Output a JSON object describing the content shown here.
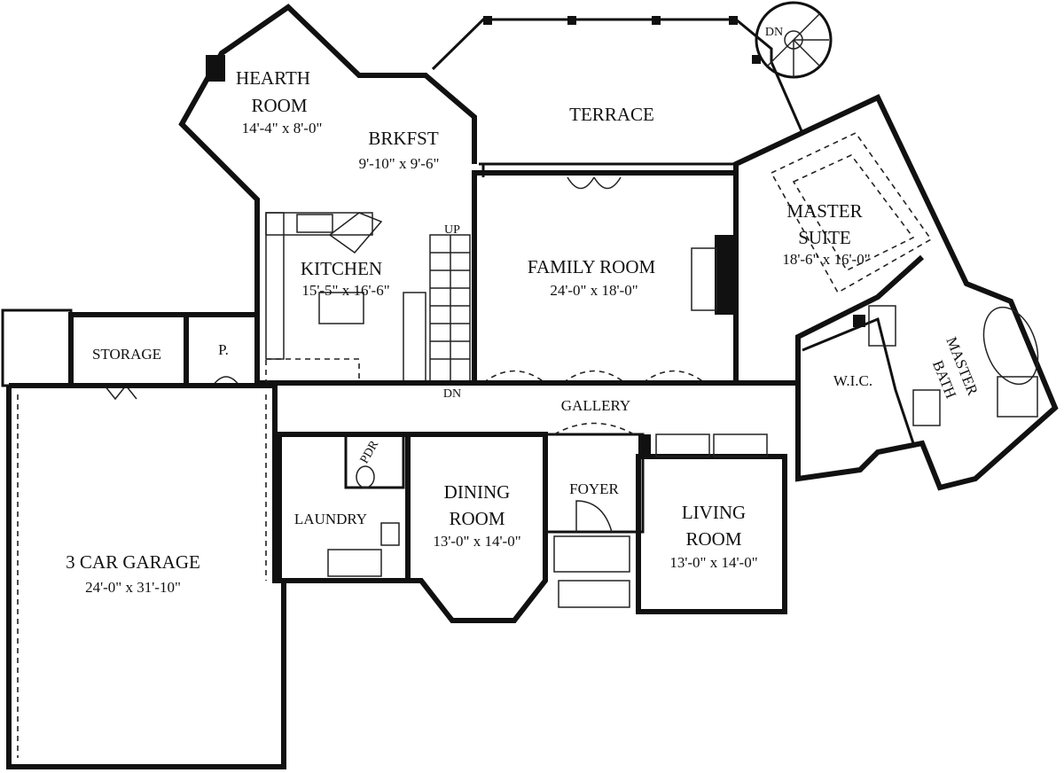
{
  "rooms": {
    "hearth": {
      "name1": "HEARTH",
      "name2": "ROOM",
      "size": "14'-4\" x 8'-0\""
    },
    "brkfst": {
      "name": "BRKFST",
      "size": "9'-10\" x 9'-6\""
    },
    "terrace": {
      "name": "TERRACE"
    },
    "master_suite": {
      "name1": "MASTER",
      "name2": "SUITE",
      "size": "18'-6\" x 16'-0\""
    },
    "kitchen": {
      "name": "KITCHEN",
      "size": "15'-5\" x 16'-6\""
    },
    "family": {
      "name": "FAMILY ROOM",
      "size": "24'-0\" x 18'-0\""
    },
    "storage": {
      "name": "STORAGE"
    },
    "pantry": {
      "name": "P."
    },
    "gallery": {
      "name": "GALLERY"
    },
    "wic": {
      "name": "W.I.C."
    },
    "master_bath": {
      "name1": "MASTER",
      "name2": "BATH"
    },
    "pdr": {
      "name": "PDR"
    },
    "dining": {
      "name1": "DINING",
      "name2": "ROOM",
      "size": "13'-0\" x 14'-0\""
    },
    "foyer": {
      "name": "FOYER"
    },
    "living": {
      "name1": "LIVING",
      "name2": "ROOM",
      "size": "13'-0\" x 14'-0\""
    },
    "laundry": {
      "name": "LAUNDRY"
    },
    "garage": {
      "name": "3 CAR GARAGE",
      "size": "24'-0\" x 31'-10\""
    }
  },
  "stairs": {
    "up": "UP",
    "dn": "DN",
    "spiral_dn": "DN"
  }
}
